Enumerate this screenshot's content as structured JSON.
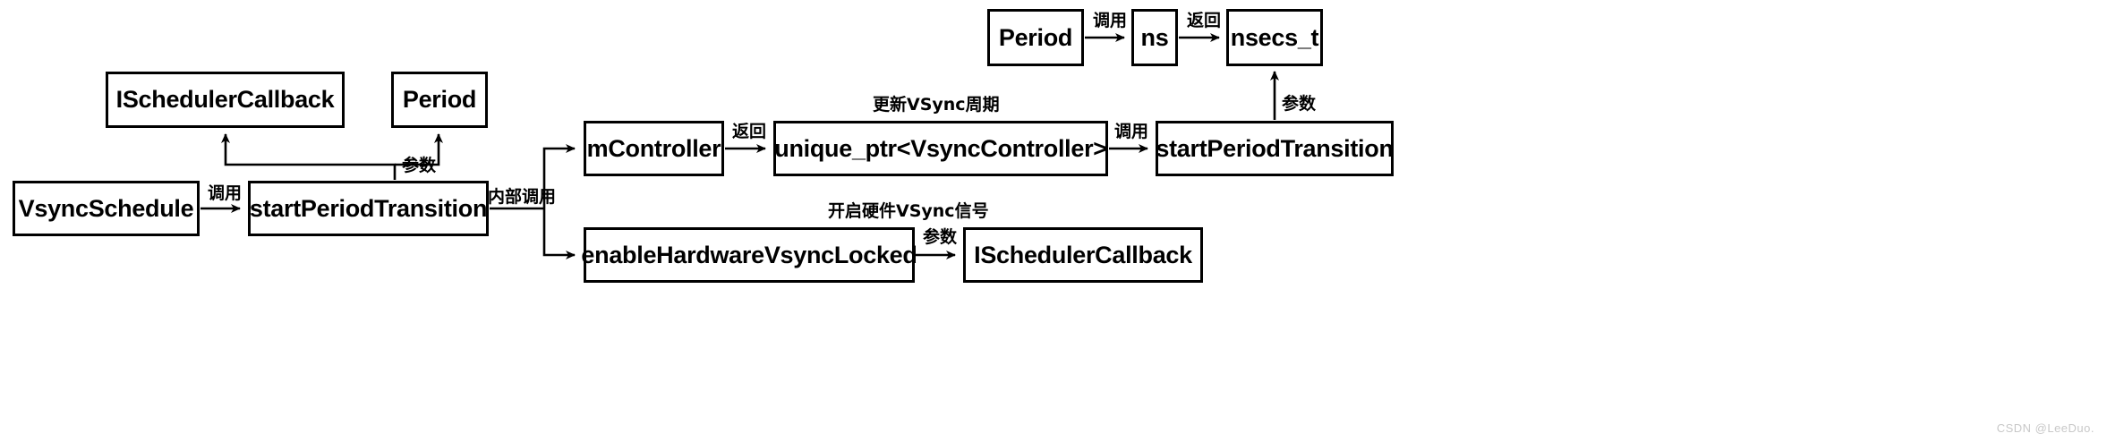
{
  "diagram": {
    "title": "VsyncSchedule startPeriodTransition call flow",
    "stroke_color": "#000000",
    "background_color": "#ffffff",
    "nodes": [
      {
        "id": "vsync_schedule",
        "label": "VsyncSchedule"
      },
      {
        "id": "start_period_left",
        "label": "startPeriodTransition"
      },
      {
        "id": "ischeduler_callback_tl",
        "label": "ISchedulerCallback"
      },
      {
        "id": "period_tl",
        "label": "Period"
      },
      {
        "id": "mcontroller",
        "label": "mController"
      },
      {
        "id": "unique_ptr",
        "label": "unique_ptr<VsyncController>"
      },
      {
        "id": "start_period_right",
        "label": "startPeriodTransition"
      },
      {
        "id": "enable_hw_vsync",
        "label": "enableHardwareVsyncLocked"
      },
      {
        "id": "ischeduler_callback_b",
        "label": "ISchedulerCallback"
      },
      {
        "id": "period_tr",
        "label": "Period"
      },
      {
        "id": "ns",
        "label": "ns"
      },
      {
        "id": "nsecs_t",
        "label": "nsecs_t"
      }
    ],
    "edge_labels": {
      "vsync_to_start": "调用",
      "params_left": "参数",
      "internal_call": "内部调用",
      "mcontroller_return": "返回",
      "update_vsync_period": "更新VSync周期",
      "unique_to_start": "调用",
      "params_right": "参数",
      "enable_hw_signal": "开启硬件VSync信号",
      "params_bottom": "参数",
      "period_to_ns": "调用",
      "ns_to_nsecs": "返回"
    },
    "watermark": "CSDN @LeeDuo."
  }
}
